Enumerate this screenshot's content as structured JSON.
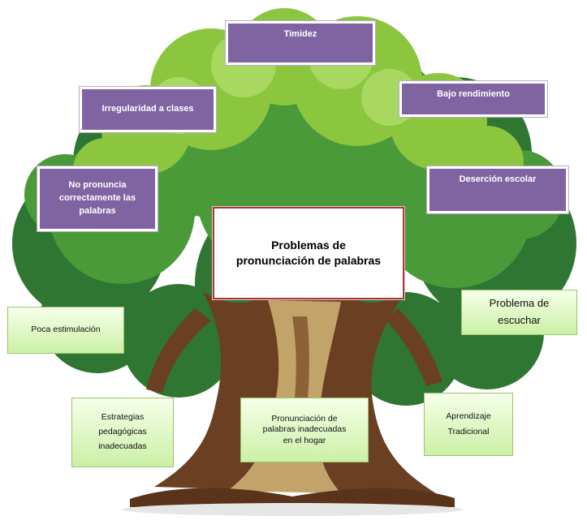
{
  "diagram": {
    "center": {
      "line1": "Problemas de",
      "line2": "pronunciación de palabras"
    },
    "effects": {
      "timidez": "Timidez",
      "irregularidad": "Irregularidad a clases",
      "bajo_rendimiento": "Bajo rendimiento",
      "no_pronuncia": {
        "line1": "No pronuncia",
        "line2": "correctamente las",
        "line3": "palabras"
      },
      "desercion": "Deserción escolar"
    },
    "causes": {
      "poca_estimulacion": "Poca estimulación",
      "problema_escuchar": {
        "line1": "Problema de",
        "line2": "escuchar"
      },
      "estrategias": {
        "line1": "Estrategias",
        "line2": "pedagógicas",
        "line3": "inadecuadas"
      },
      "pronunciacion_hogar": {
        "line1": "Pronunciación de",
        "line2": "palabras inadecuadas",
        "line3": "en el hogar"
      },
      "aprendizaje": {
        "line1": "Aprendizaje",
        "line2": "Tradicional"
      }
    }
  },
  "colors": {
    "effect_box": "#8064a2",
    "cause_box": "#dff7c4",
    "center_border": "#a83a3a",
    "foliage_dark": "#2f7a33",
    "foliage_light": "#8cc63f",
    "trunk": "#6b3f22"
  },
  "illustration": "tree-icon"
}
